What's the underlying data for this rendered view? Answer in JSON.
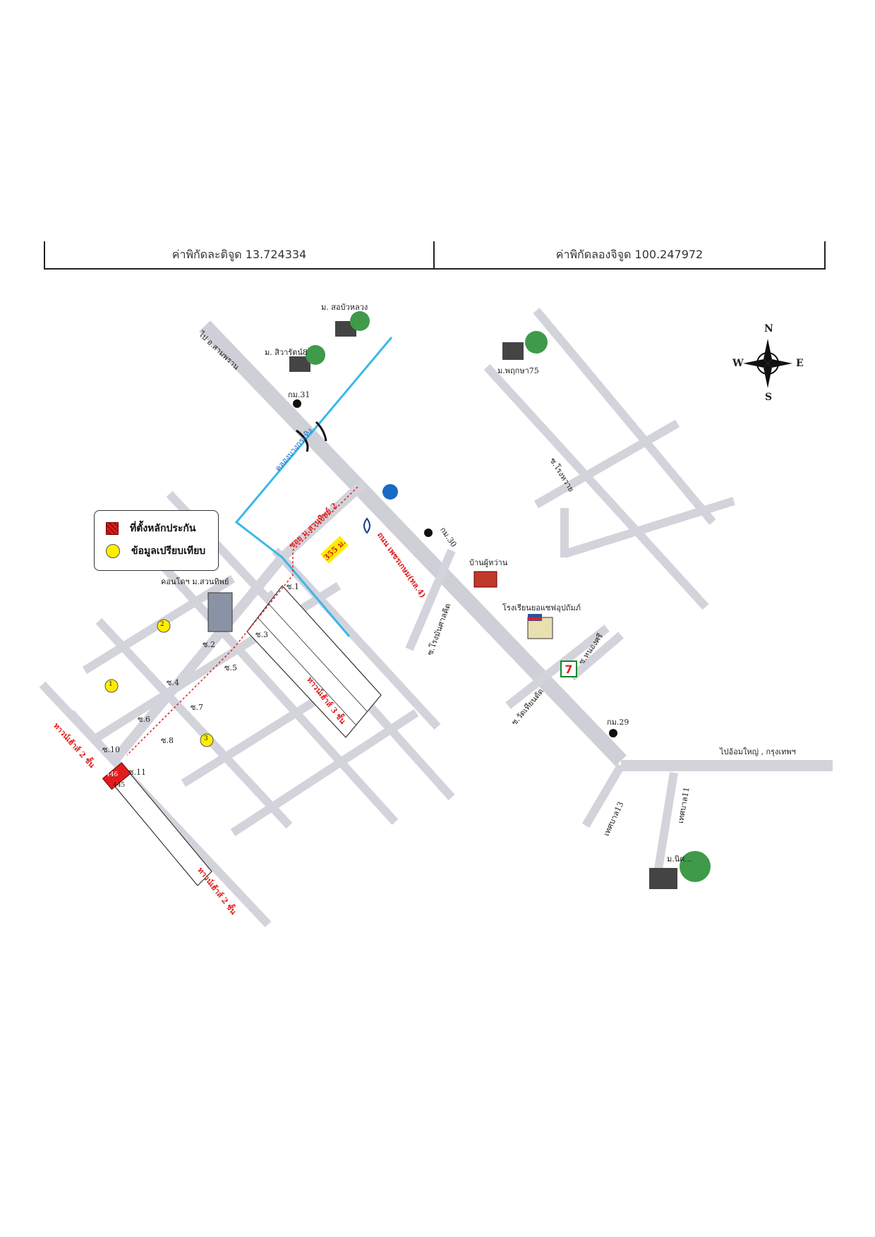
{
  "coordinates": {
    "latitude_label": "ค่าพิกัดละติจูด 13.724334",
    "longitude_label": "ค่าพิกัดลองจิจูด 100.247972"
  },
  "legend": {
    "collateral_label": "ที่ตั้งหลักประกัน",
    "comparison_label": "ข้อมูลเปรียบเทียบ"
  },
  "compass": {
    "n": "N",
    "s": "S",
    "e": "E",
    "w": "W"
  },
  "villages": {
    "sobuaxluang": "ม. สอบัวหลวง",
    "siwarat": "ม. สิวารัตน์8",
    "pruksa": "ม.พฤกษา75",
    "nitsom": "ม.นิศ..."
  },
  "roads": {
    "to_sampran": "ไป อ.สามพราน",
    "canal": "คลองบางกระทิง",
    "main_road": "ถนน เพชรเกษม(ทล.4)",
    "soi_suanthip": "ซอย ม.สวนทิพย์ 2",
    "distance": "355 ม.",
    "to_bangkok": "ไปอ้อมใหญ่ , กรุงเทพฯ",
    "soi_rongwai": "ซ.โรงหวาย",
    "soi_rongmuen": "ซ.โรงมันศาลคิต",
    "soi_nongsri": "ซ.หนองศรี",
    "soi_wat": "ซ.วัดเทียนดัด",
    "tesaban13": "เทศบาล13",
    "tesaban11": "เทศบาล11",
    "house_2fl_a": "ทาวน์เฮ้าส์ 2 ชั้น",
    "house_2fl_b": "ทาวน์เฮ้าส์ 2 ชั้น",
    "house_3fl": "ทาวน์เฮ้าส์ 3 ชั้น",
    "soi_1": "ซ.1",
    "soi_2": "ซ.2",
    "soi_3": "ซ.3",
    "soi_4": "ซ.4",
    "soi_5": "ซ.5",
    "soi_6": "ซ.6",
    "soi_7": "ซ.7",
    "soi_8": "ซ.8",
    "soi_10": "ซ.10",
    "soi_11": "ซ.11"
  },
  "landmarks": {
    "condo": "คอนโดฯ ม.สวนทิพย์",
    "headman_house": "บ้านผู้หว่าน",
    "school": "โรงเรียนยอแซฟอุปถัมภ์",
    "km31": "กม.31",
    "km30": "กม.30",
    "km29": "กม.29"
  },
  "plots": {
    "plot_a": "446",
    "plot_b": "445"
  },
  "comparisons": [
    "1",
    "2",
    "3"
  ],
  "colors": {
    "road": "#d3d3db",
    "road_shadow": "#b8b8c4",
    "canal": "#3bb8e8",
    "marker_red": "#e0201e",
    "marker_yellow": "#ffee00"
  }
}
